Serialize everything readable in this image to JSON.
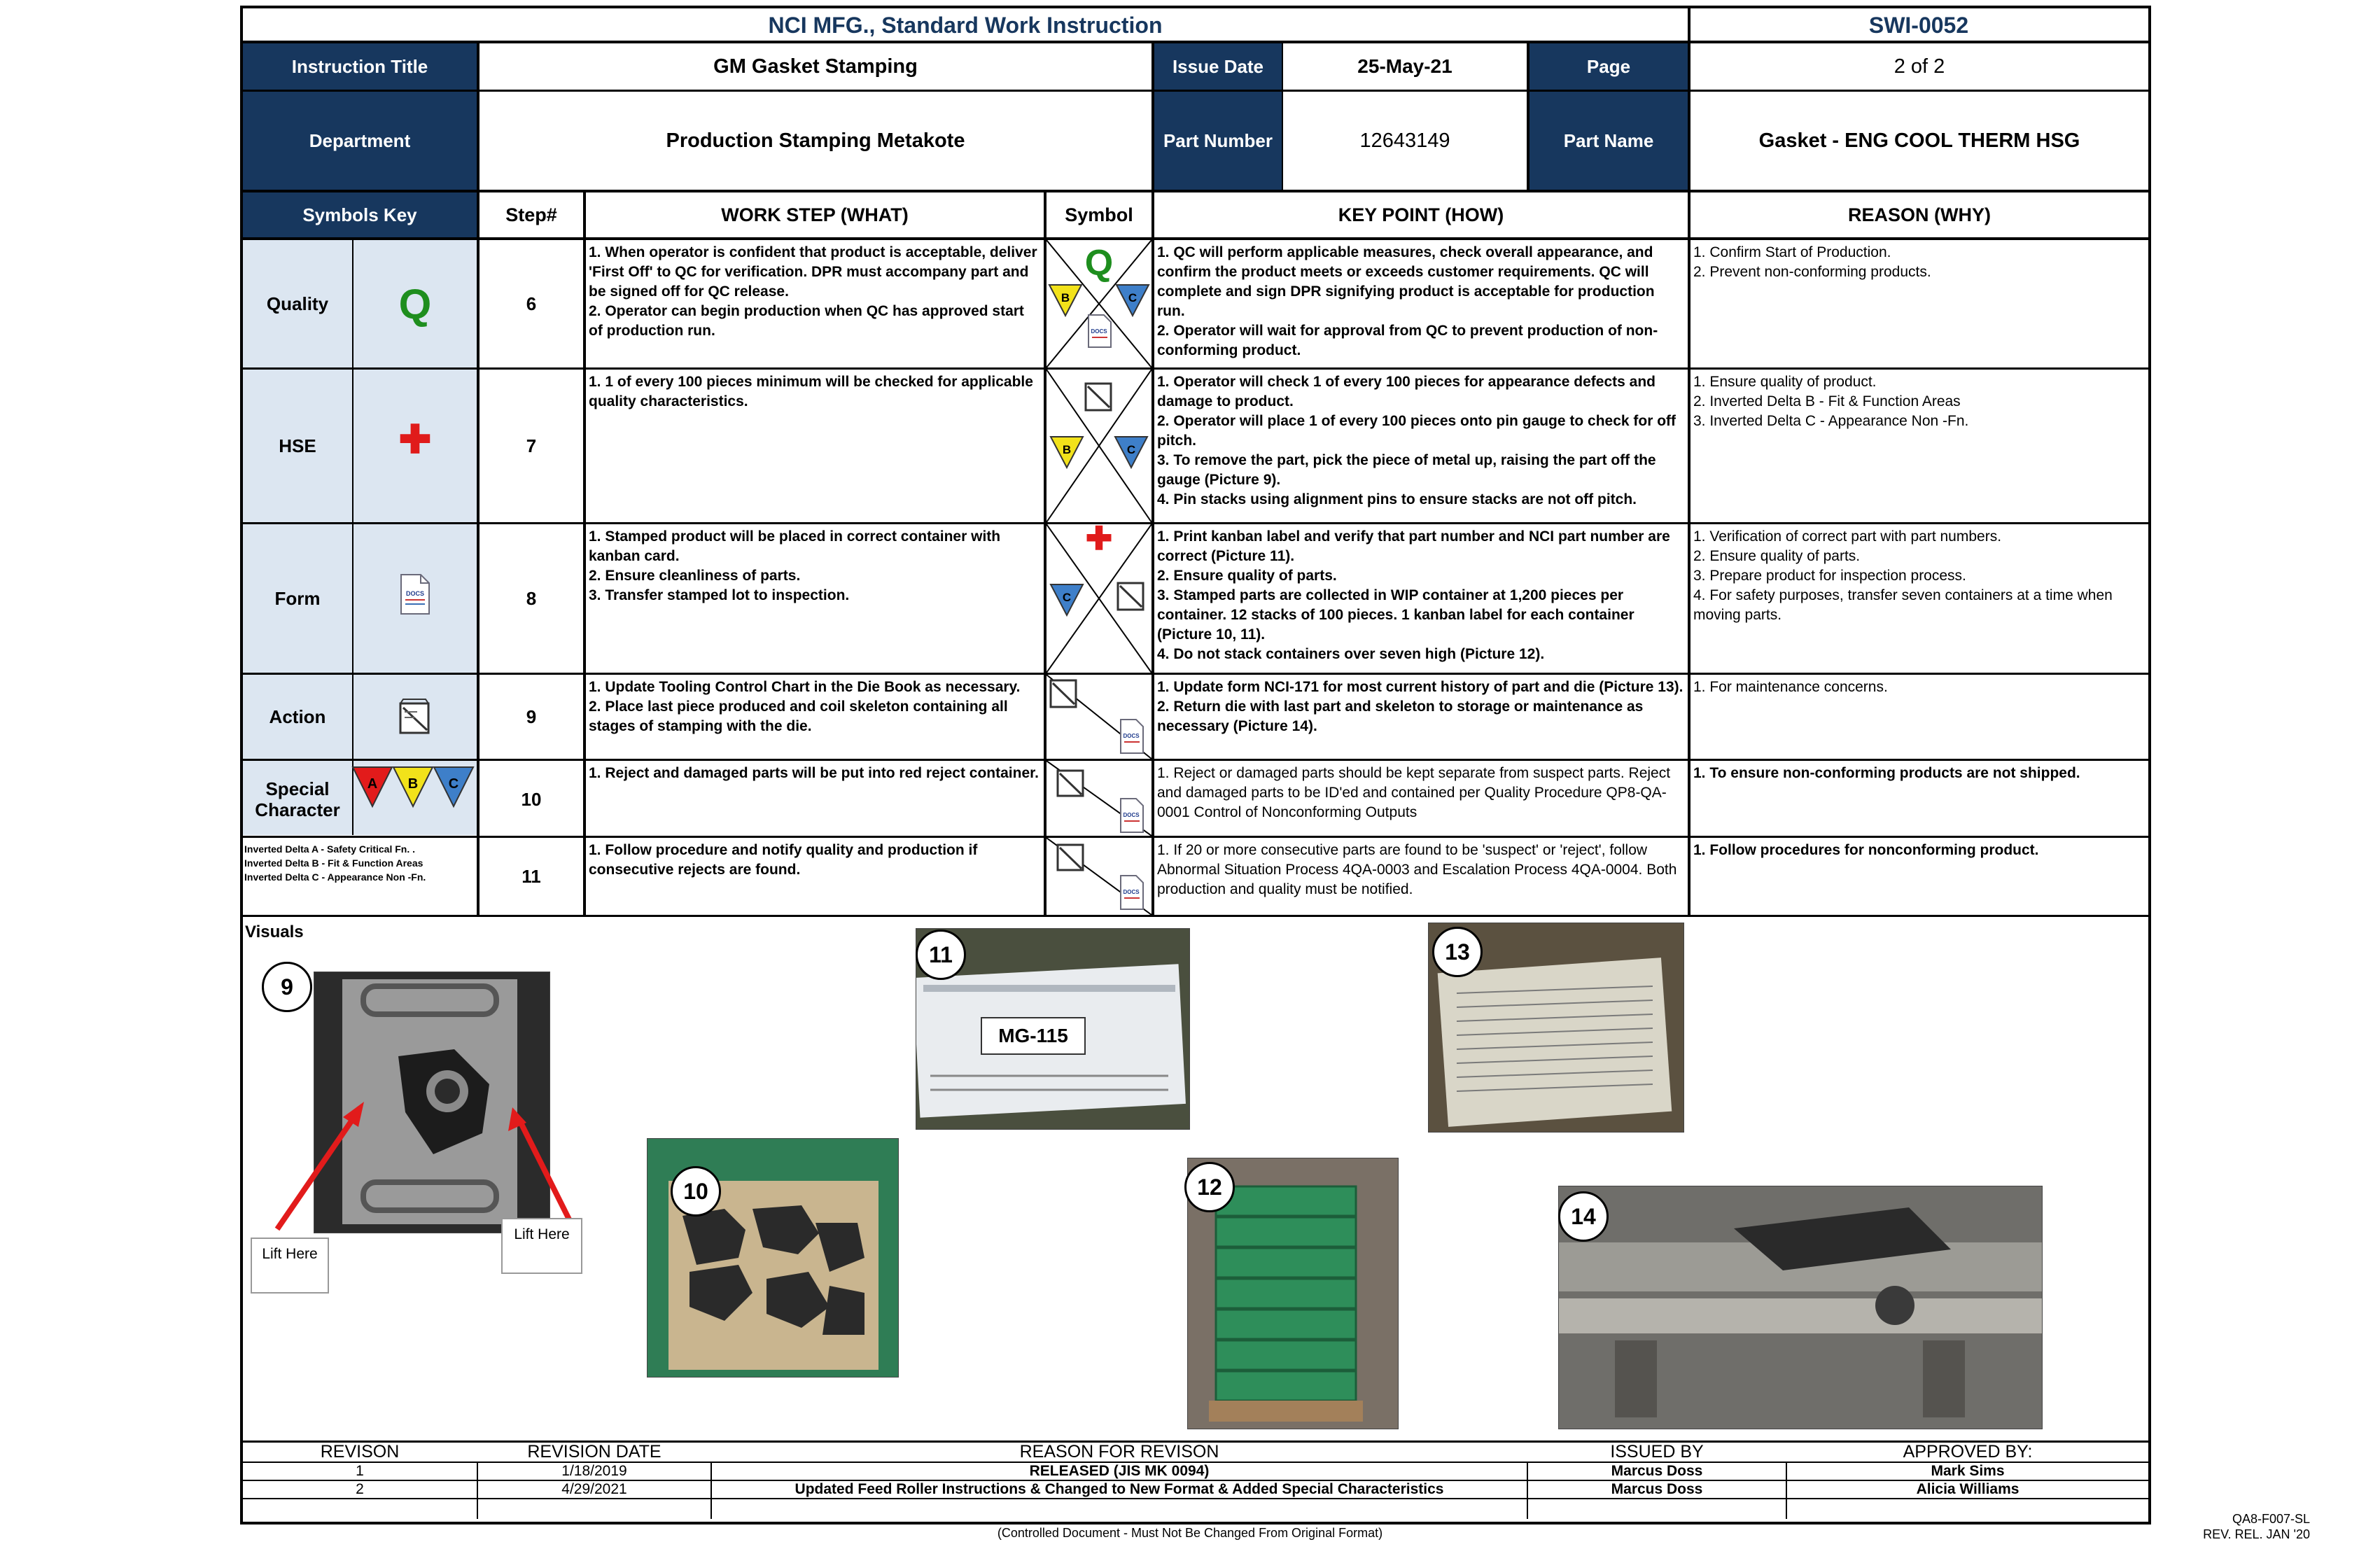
{
  "header": {
    "company_title": "NCI MFG., Standard Work Instruction",
    "doc_number": "SWI-0052",
    "instruction_title_label": "Instruction Title",
    "instruction_title": "GM Gasket Stamping",
    "issue_date_label": "Issue Date",
    "issue_date": "25-May-21",
    "page_label": "Page",
    "page_value": "2 of 2",
    "department_label": "Department",
    "department": "Production Stamping Metakote",
    "part_number_label": "Part Number",
    "part_number": "12643149",
    "part_name_label": "Part Name",
    "part_name": "Gasket - ENG COOL THERM HSG"
  },
  "columns": {
    "symbols_key": "Symbols Key",
    "step": "Step#",
    "what": "WORK STEP (WHAT)",
    "symbol": "Symbol",
    "how": "KEY POINT (HOW)",
    "why": "REASON (WHY)"
  },
  "symbols_key": {
    "quality": "Quality",
    "quality_glyph": "Q",
    "hse": "HSE",
    "hse_glyph": "✚",
    "form": "Form",
    "action": "Action",
    "special": "Special Character",
    "delta_a": "A",
    "delta_b": "B",
    "delta_c": "C",
    "delta_notes": [
      "Inverted Delta A - Safety Critical Fn. .",
      "Inverted Delta B - Fit & Function Areas",
      "Inverted Delta C  - Appearance Non -Fn."
    ],
    "docs_glyph": "DOCS",
    "colors": {
      "q_green": "#1e8e1e",
      "hse_red": "#e01b1b",
      "delta_a": "#e21b1b",
      "delta_b": "#f2e21a",
      "delta_c": "#3e7fc9",
      "navy": "#17375e",
      "light_blue": "#dce6f1"
    }
  },
  "steps": [
    {
      "num": "6",
      "what": [
        "1. When operator is confident that product is acceptable, deliver 'First Off' to QC for verification. DPR must accompany part and be signed off for QC release.",
        "2. Operator can begin production when QC has approved start of production run."
      ],
      "how": [
        "1. QC will perform applicable measures, check overall appearance, and confirm the product meets or exceeds customer requirements. QC will complete and sign DPR signifying product is acceptable for production run.",
        "2. Operator will wait for approval from QC to prevent production of non-conforming product."
      ],
      "why": [
        "1. Confirm Start of Production.",
        "2. Prevent non-conforming products."
      ]
    },
    {
      "num": "7",
      "what": [
        "1. 1 of every 100 pieces minimum will be checked for applicable quality characteristics."
      ],
      "how": [
        "1. Operator will check 1 of every 100 pieces for appearance defects and damage to product.",
        "2. Operator will place 1 of every 100 pieces onto pin gauge to check for off pitch.",
        "3. To remove the part, pick the piece of metal up, raising the part off the gauge (Picture 9).",
        "4. Pin stacks using alignment pins to ensure stacks are not off pitch."
      ],
      "why": [
        "1. Ensure quality of product.",
        "2. Inverted Delta B - Fit & Function Areas",
        "3. Inverted Delta C  - Appearance Non -Fn."
      ]
    },
    {
      "num": "8",
      "what": [
        "1. Stamped product will be placed in correct container with kanban card.",
        "2. Ensure cleanliness of parts.",
        "3. Transfer stamped lot to inspection."
      ],
      "how": [
        "1. Print kanban label and verify that part number and NCI part number are correct (Picture 11).",
        "2. Ensure quality of parts.",
        "3. Stamped parts are collected in WIP container at 1,200 pieces per container. 12 stacks of 100 pieces. 1 kanban label for each container (Picture 10, 11).",
        "4. Do not stack containers over seven high (Picture 12)."
      ],
      "why": [
        "1. Verification of correct part with part numbers.",
        "2. Ensure quality of parts.",
        "3. Prepare product for inspection process.",
        "4. For safety purposes, transfer seven containers at a time when moving parts."
      ]
    },
    {
      "num": "9",
      "what": [
        "1. Update Tooling Control Chart in the Die Book as necessary.",
        "2. Place last piece produced and coil skeleton containing all stages of stamping with the die."
      ],
      "how": [
        "1. Update form NCI-171 for most current history of part and die (Picture 13).",
        "2. Return die with last part and skeleton to storage or maintenance as necessary (Picture 14)."
      ],
      "why": [
        "1. For maintenance concerns."
      ]
    },
    {
      "num": "10",
      "what": [
        "1. Reject and damaged parts will be put into red reject container."
      ],
      "how": [
        "1. Reject or damaged parts should be kept separate from suspect parts. Reject and damaged parts to be ID'ed and contained per Quality Procedure QP8-QA-0001 Control of Nonconforming Outputs"
      ],
      "why": [
        "1. To ensure non-conforming products are not shipped."
      ]
    },
    {
      "num": "11",
      "what": [
        "1. Follow procedure and notify quality and production if consecutive rejects are found."
      ],
      "how": [
        "1. If 20 or more consecutive parts are found to be 'suspect' or 'reject', follow Abnormal Situation Process 4QA-0003 and Escalation Process 4QA-0004. Both production and quality must be notified."
      ],
      "why": [
        "1. Follow procedures for nonconforming product."
      ]
    }
  ],
  "visuals": {
    "label": "Visuals",
    "pic9": "9",
    "pic10": "10",
    "pic11": "11",
    "pic12": "12",
    "pic13": "13",
    "pic14": "14",
    "lift_left": "Lift Here",
    "lift_right": "Lift Here",
    "tag_text": "MG-115"
  },
  "revisions": {
    "headers": [
      "REVISON",
      "REVISION DATE",
      "REASON FOR REVISON",
      "ISSUED BY",
      "APPROVED BY:"
    ],
    "rows": [
      [
        "1",
        "1/18/2019",
        "RELEASED (JIS MK 0094)",
        "Marcus Doss",
        "Mark Sims"
      ],
      [
        "2",
        "4/29/2021",
        "Updated Feed Roller Instructions & Changed to New Format & Added Special Characteristics",
        "Marcus Doss",
        "Alicia Williams"
      ]
    ]
  },
  "footer": {
    "controlled": "(Controlled Document - Must Not Be Changed From Original Format)",
    "form_code": "QA8-F007-SL",
    "rev_rel": "REV. REL. JAN '20"
  }
}
